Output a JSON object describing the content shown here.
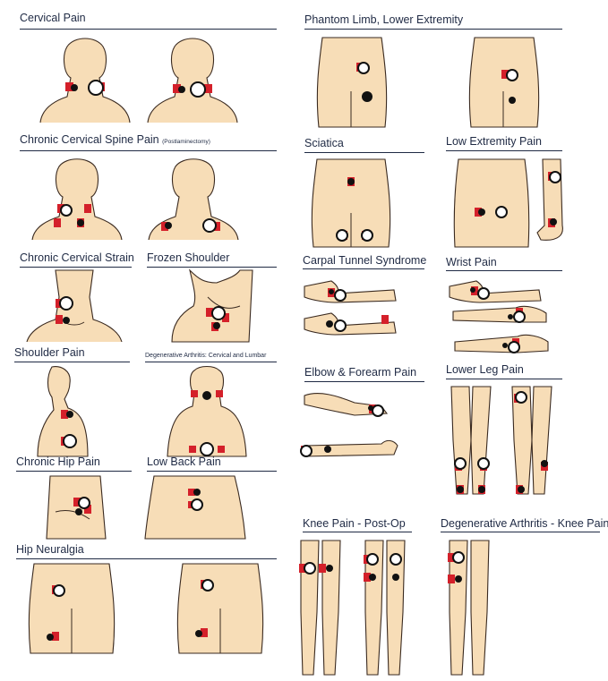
{
  "sections": {
    "cervical_pain": "Cervical Pain",
    "chronic_cervical_spine": "Chronic Cervical Spine Pain",
    "chronic_cervical_spine_note": "(Postlaminectomy)",
    "chronic_cervical_strain": "Chronic Cervical Strain",
    "frozen_shoulder": "Frozen Shoulder",
    "shoulder_pain": "Shoulder Pain",
    "degenerative_arthritis_cl": "Degenerative Arthritis: Cervical and Lumbar",
    "chronic_hip_pain": "Chronic Hip Pain",
    "low_back_pain": "Low Back Pain",
    "hip_neuralgia": "Hip Neuralgia",
    "phantom_limb": "Phantom Limb, Lower Extremity",
    "sciatica": "Sciatica",
    "low_extremity_pain": "Low Extremity Pain",
    "carpal_tunnel": "Carpal Tunnel Syndrome",
    "wrist_pain": "Wrist Pain",
    "elbow_forearm": "Elbow & Forearm Pain",
    "lower_leg_pain": "Lower Leg Pain",
    "knee_pain_postop": "Knee Pain - Post-Op",
    "degenerative_knee": "Degenerative Arthritis - Knee Pain"
  },
  "colors": {
    "skin": "#f7ddb7",
    "skin_shade": "#f3c99a",
    "outline": "#3a2a20",
    "electrode_red": "#d4202a",
    "electrode_black": "#111111",
    "title_text": "#1f2a44"
  }
}
